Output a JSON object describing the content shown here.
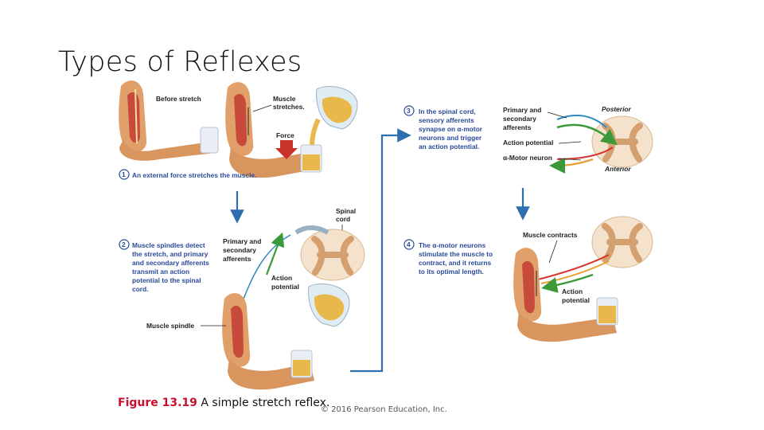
{
  "slide": {
    "title": "Types of Reflexes"
  },
  "figure": {
    "caption_number": "Figure 13.19",
    "caption_text": " A simple stretch reflex.",
    "copyright": "© 2016 Pearson Education, Inc.",
    "colors": {
      "sensory": "#2e8bc0",
      "motor": "#d9342b",
      "action_potential": "#3a9a3a",
      "step_blue": "#2a4a9a",
      "skin": "#d9955e",
      "muscle": "#c84a3a"
    },
    "panel1": {
      "before_stretch": "Before stretch",
      "muscle_stretches_1": "Muscle",
      "muscle_stretches_2": "stretches.",
      "force": "Force",
      "step_number": "1",
      "step_text": "An external force stretches the muscle."
    },
    "panel2": {
      "step_number": "2",
      "step_lines": [
        "Muscle spindles detect",
        "the stretch, and primary",
        "and secondary afferents",
        "transmit an action",
        "potential to the spinal",
        "cord."
      ],
      "primary_lines": [
        "Primary and",
        "secondary",
        "afferents"
      ],
      "spinal_cord_lines": [
        "Spinal",
        "cord"
      ],
      "action_potential_lines": [
        "Action",
        "potential"
      ],
      "muscle_spindle": "Muscle spindle"
    },
    "panel3": {
      "step_number": "3",
      "step_lines": [
        "In the spinal cord,",
        "sensory afferents",
        "synapse on α-motor",
        "neurons and trigger",
        "an action potential."
      ],
      "primary_lines": [
        "Primary and",
        "secondary",
        "afferents"
      ],
      "action_potential": "Action potential",
      "alpha_motor_neuron": "α-Motor neuron",
      "posterior": "Posterior",
      "anterior": "Anterior"
    },
    "panel4": {
      "step_number": "4",
      "step_lines": [
        "The α-motor neurons",
        "stimulate the muscle to",
        "contract, and it returns",
        "to its optimal length."
      ],
      "muscle_contracts": "Muscle contracts",
      "action_potential_lines": [
        "Action",
        "potential"
      ]
    }
  }
}
